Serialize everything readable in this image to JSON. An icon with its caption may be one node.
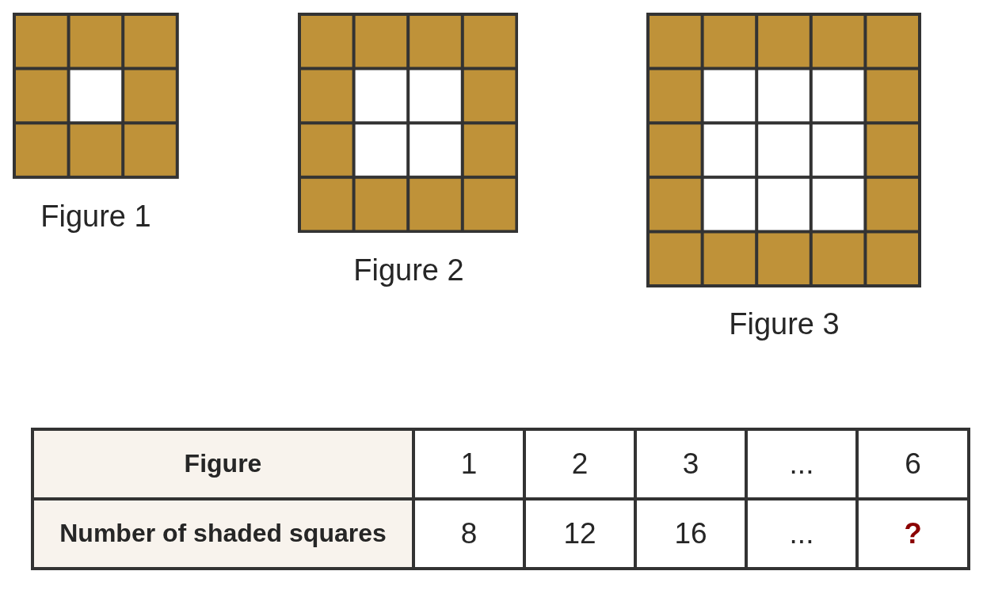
{
  "diagram": {
    "labels": [
      "Figure 1",
      "Figure 2",
      "Figure 3",
      "Figure",
      "1",
      "2",
      "3",
      "...",
      "6",
      "Number of shaded squares",
      "8",
      "12",
      "16",
      "...",
      "?"
    ]
  }
}
